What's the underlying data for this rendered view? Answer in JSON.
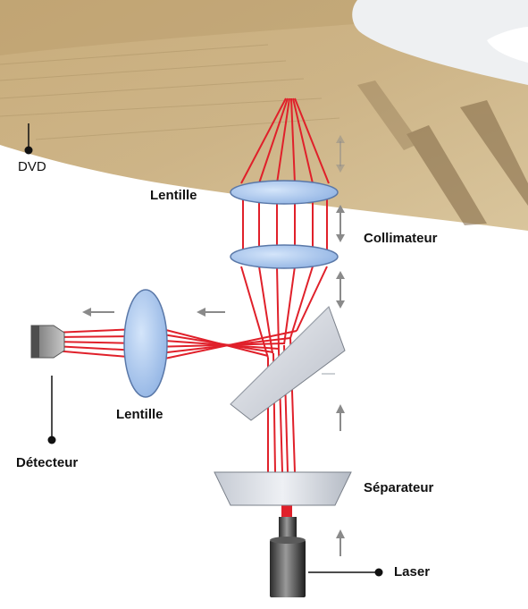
{
  "labels": {
    "dvd": "DVD",
    "lens_top": "Lentille",
    "collimator": "Collimateur",
    "lens_left": "Lentille",
    "detector": "Détecteur",
    "separator": "Séparateur",
    "laser": "Laser"
  },
  "colors": {
    "disc": "#cdb487",
    "disc_dark": "#8e7650",
    "beam": "#e0202a",
    "lens_fill": "#a7c6ee",
    "lens_stroke": "#5a78a8",
    "background": "#ffffff"
  }
}
